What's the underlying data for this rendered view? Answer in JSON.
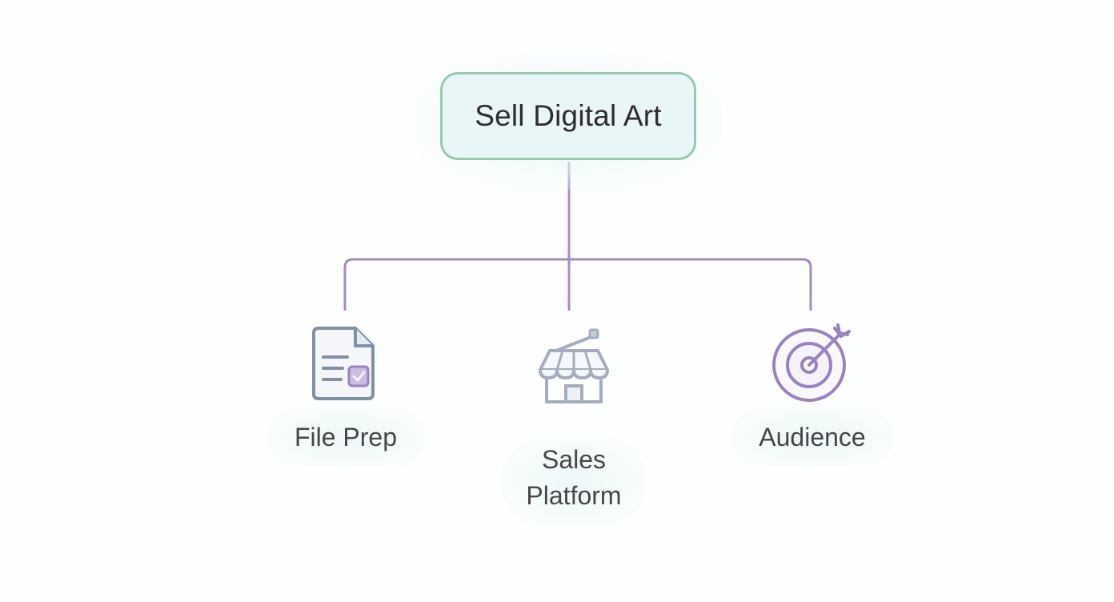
{
  "diagram": {
    "root": {
      "label": "Sell Digital Art"
    },
    "children": [
      {
        "label": "File Prep",
        "icon": "document-check-icon"
      },
      {
        "label_lines": [
          "Sales",
          "Platform"
        ],
        "icon": "storefront-icon"
      },
      {
        "label": "Audience",
        "icon": "target-arrow-icon"
      }
    ]
  },
  "colors": {
    "root_border": "#9cc7ae",
    "root_fill": "#e9f6f7",
    "connector": "#a78bbf",
    "icon_slate": "#8090a6",
    "icon_purple": "#9a82c2",
    "text_dark": "#2f2b30",
    "text_label": "#4a4548"
  }
}
